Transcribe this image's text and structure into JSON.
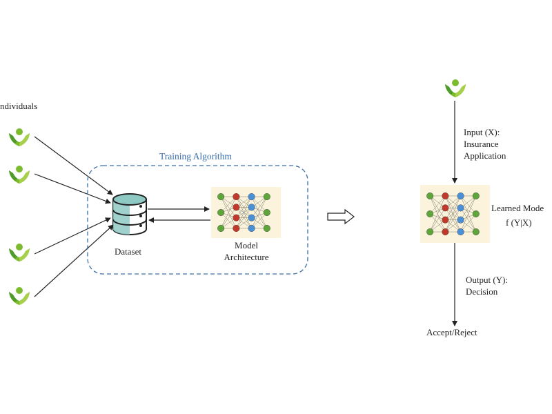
{
  "left": {
    "individuals_label": "ndividuals",
    "training_label": "Training Algorithm",
    "dataset_label": "Dataset",
    "model_label_line1": "Model",
    "model_label_line2": "Architecture"
  },
  "right": {
    "input_line1": "Input (X):",
    "input_line2": "Insurance",
    "input_line3": "Application",
    "learned_line1": "Learned Mode",
    "learned_line2": "f (Y|X)",
    "output_line1": "Output (Y):",
    "output_line2": "Decision",
    "result": "Accept/Reject"
  },
  "colors": {
    "accent_blue": "#3a6fa8",
    "person_green": "#7dbb2e",
    "node_green": "#5ea63a",
    "node_red": "#c0392b",
    "node_blue": "#4a90d9",
    "panel_bg": "#fbf3dc"
  }
}
